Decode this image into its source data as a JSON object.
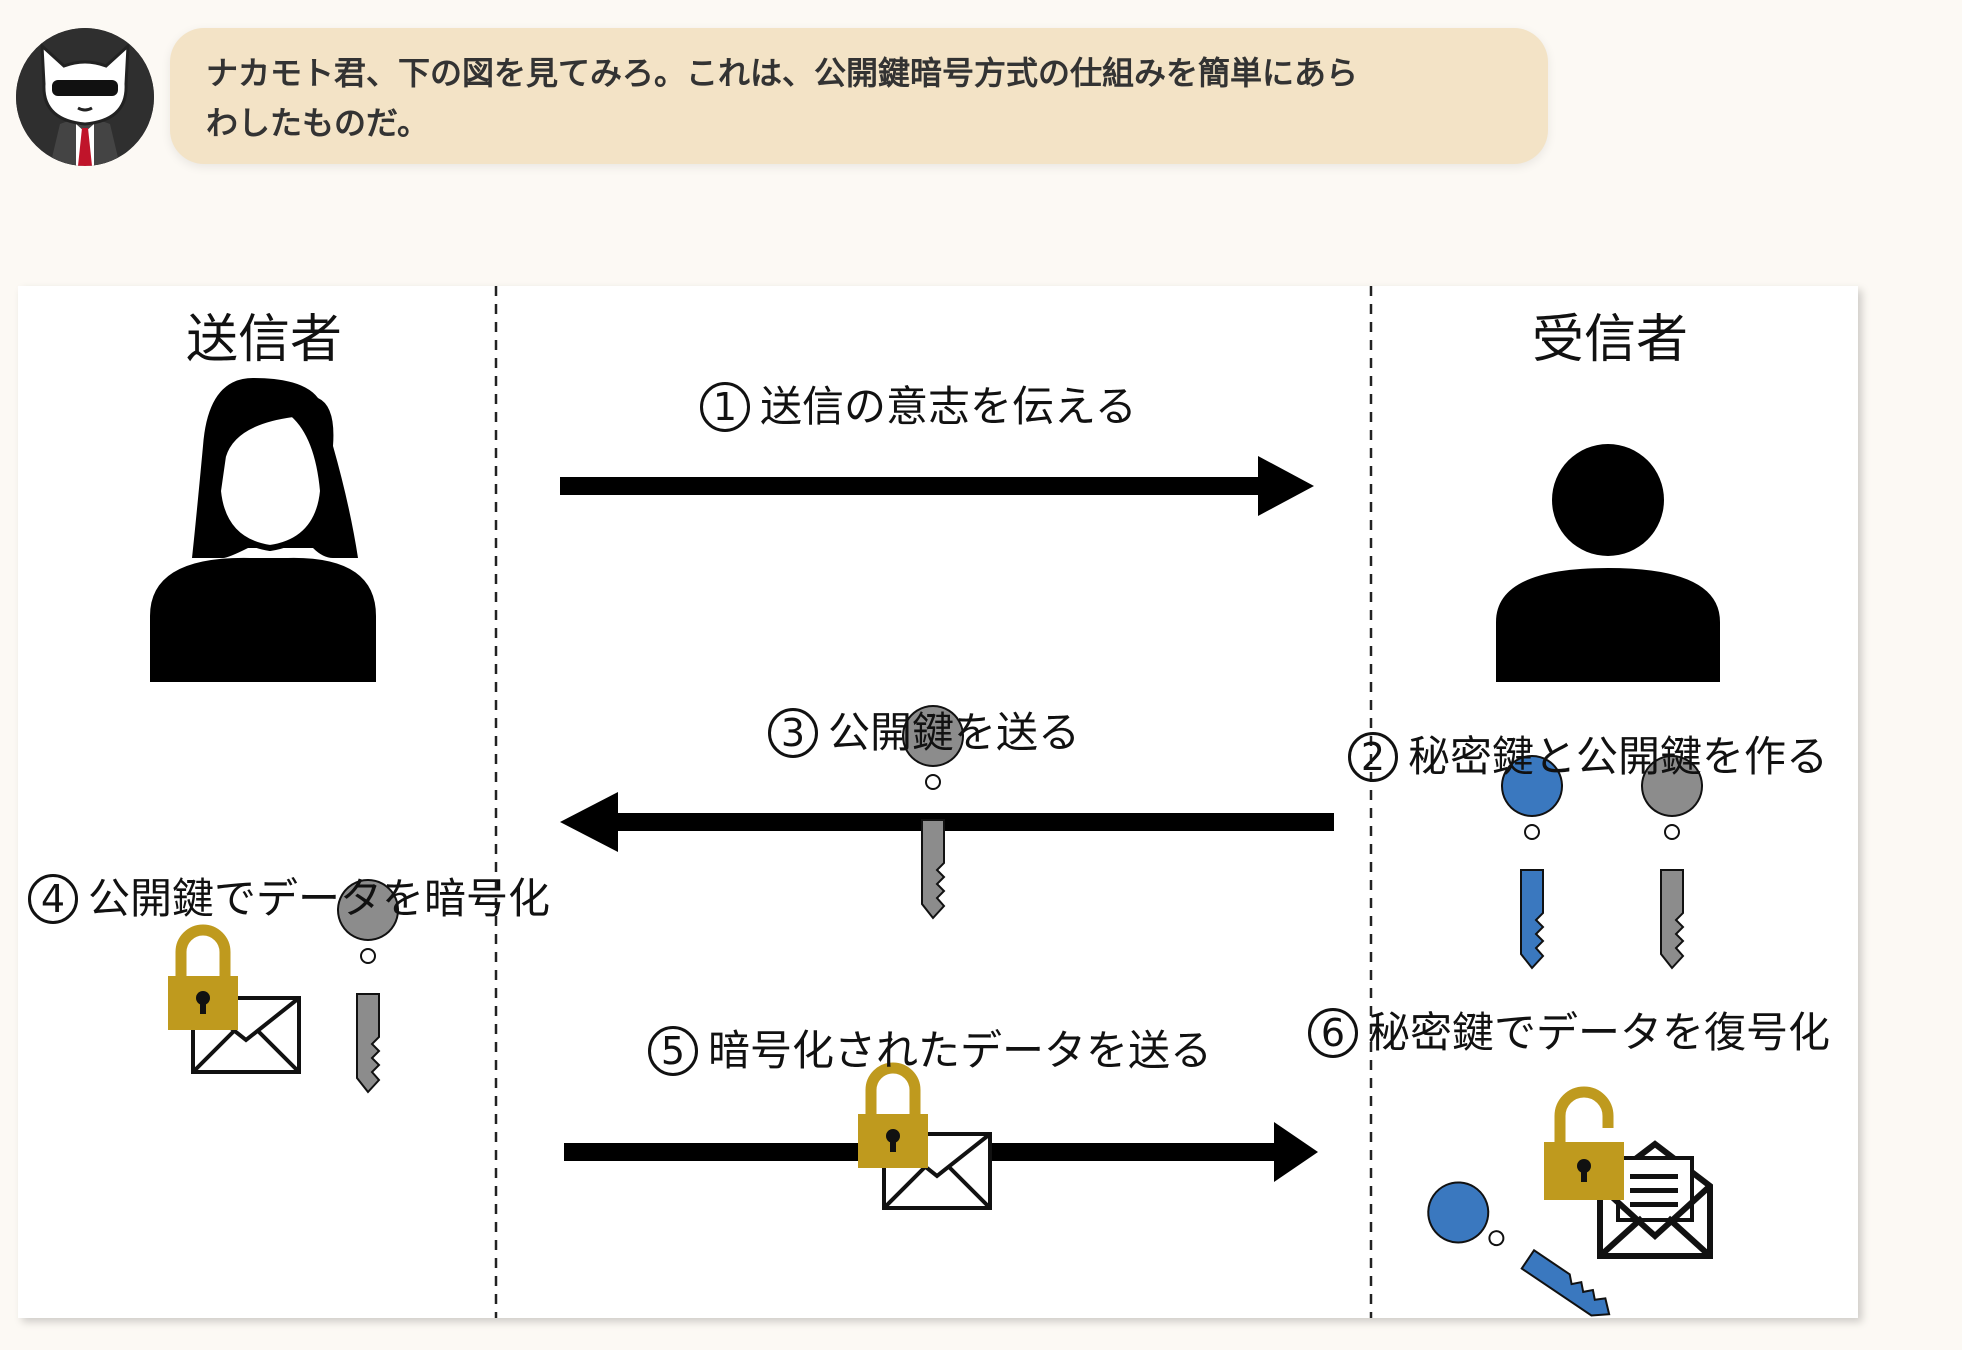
{
  "speech": {
    "line1": "ナカモト君、下の図を見てみろ。これは、公開鍵暗号方式の仕組みを簡単にあら",
    "line2": "わしたものだ。"
  },
  "diagram": {
    "sender_title": "送信者",
    "receiver_title": "受信者",
    "steps": [
      {
        "num": "1",
        "text": "送信の意志を伝える"
      },
      {
        "num": "2",
        "text": "秘密鍵と公開鍵を作る"
      },
      {
        "num": "3",
        "text": "公開鍵を送る"
      },
      {
        "num": "4",
        "text": "公開鍵でデータを暗号化"
      },
      {
        "num": "5",
        "text": "暗号化されたデータを送る"
      },
      {
        "num": "6",
        "text": "秘密鍵でデータを復号化"
      }
    ]
  },
  "colors": {
    "private_key": "#3a78bf",
    "public_key": "#8c8c8c",
    "lock": "#bf9a1e",
    "bubble": "#f3e3c6",
    "background": "#fcf9f4"
  },
  "icons": [
    "spy-cat-avatar",
    "woman-person-icon",
    "person-icon",
    "key-icon",
    "padlock-icon",
    "envelope-icon",
    "open-envelope-icon"
  ]
}
